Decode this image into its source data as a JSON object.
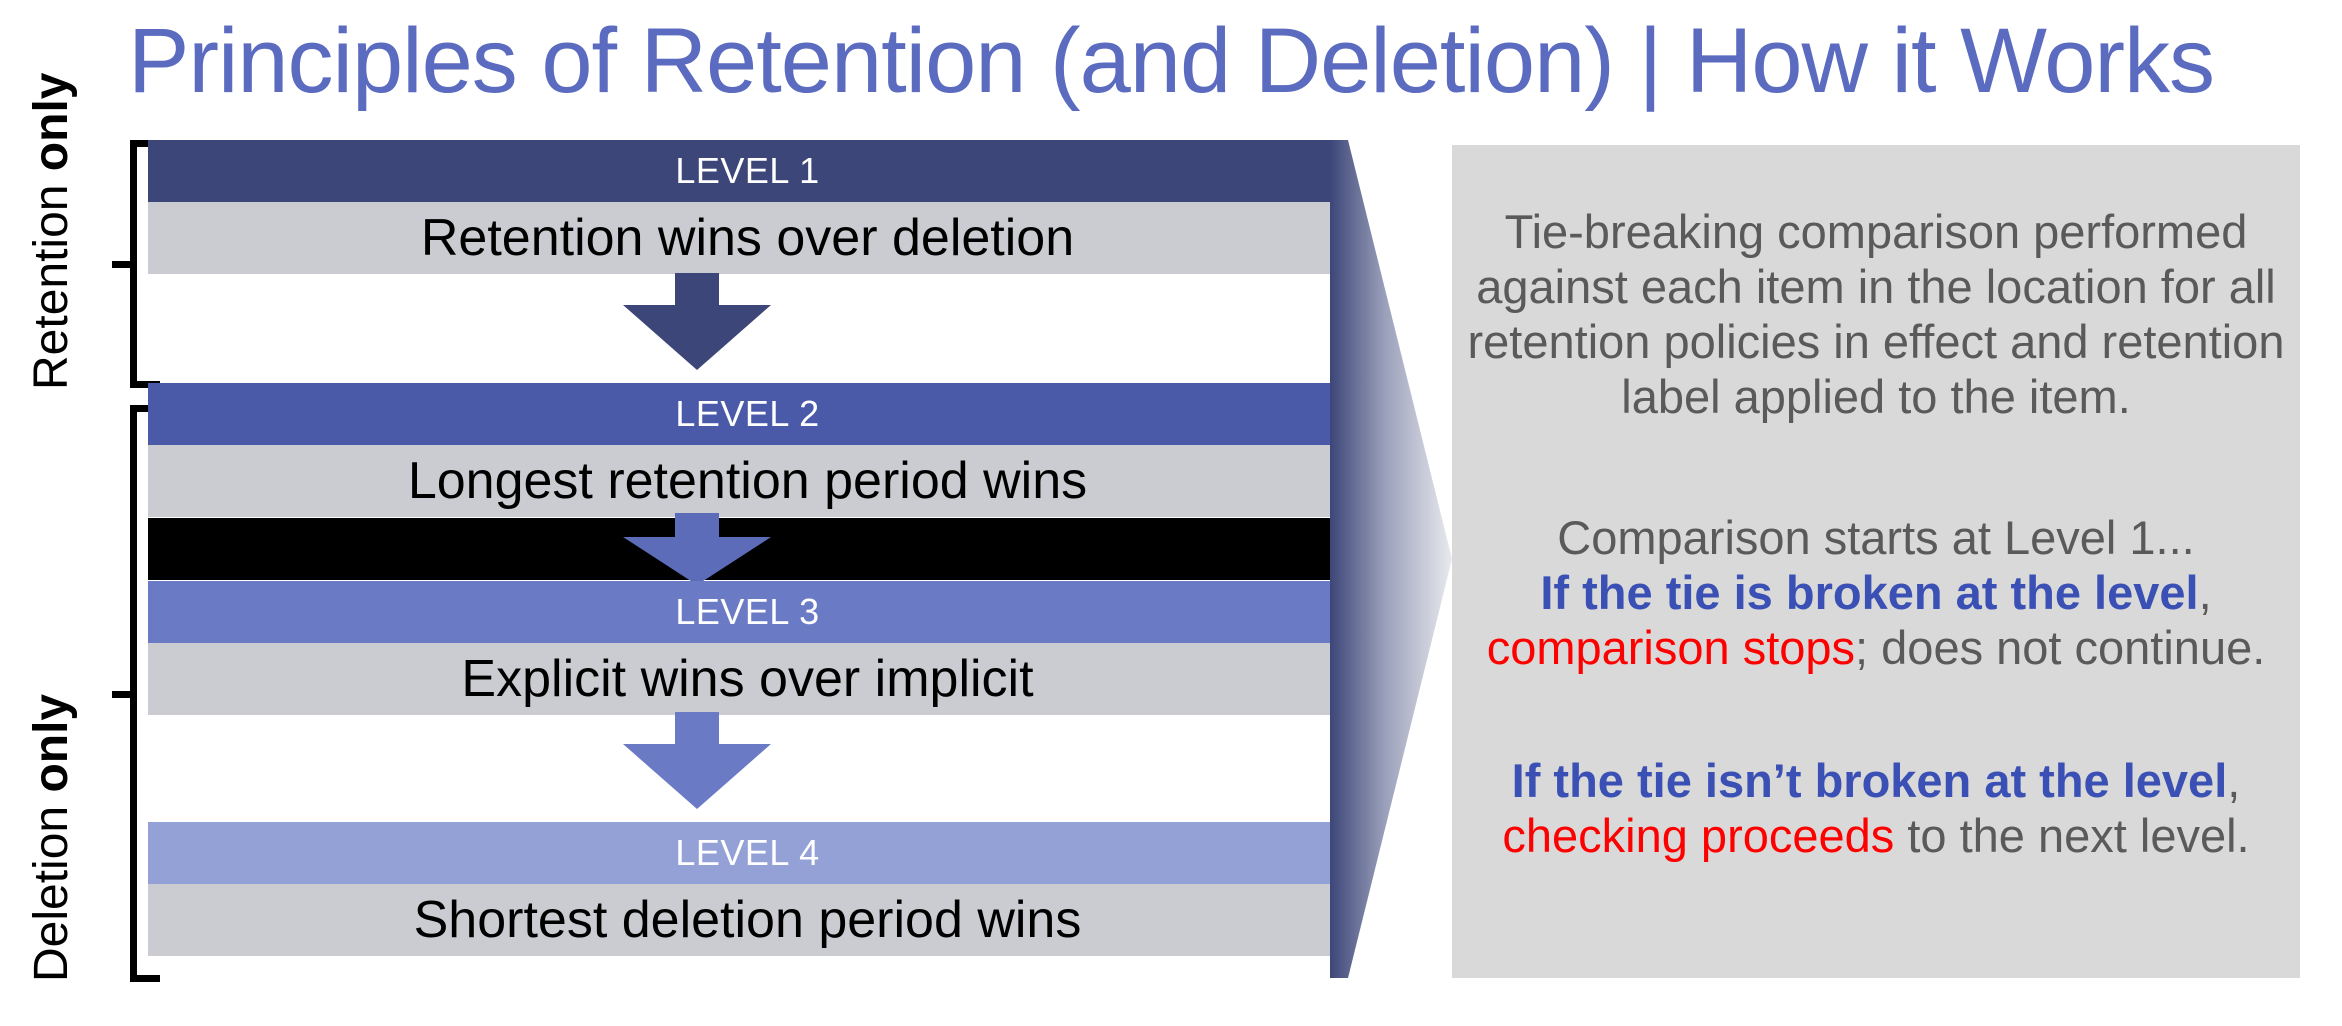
{
  "title": "Principles of Retention (and Deletion) | How it Works",
  "colors": {
    "title": "#5b6bc0",
    "level1": "#3c4678",
    "level2": "#4a5aa8",
    "level3": "#6a7ac4",
    "level4": "#93a1d6",
    "description_band": "#cbccd1",
    "divider_black": "#000000",
    "panel_bg": "#d9d9d9",
    "accent_blue": "#3b50b4",
    "accent_red": "#ff0000",
    "body_text": "#5a5a5a"
  },
  "groups": [
    {
      "label_prefix": "Retention ",
      "label_bold": "only"
    },
    {
      "label_prefix": "Deletion ",
      "label_bold": "only"
    }
  ],
  "levels": [
    {
      "name": "LEVEL 1",
      "description": "Retention wins over deletion"
    },
    {
      "name": "LEVEL 2",
      "description": "Longest retention period wins"
    },
    {
      "name": "LEVEL 3",
      "description": "Explicit wins over implicit"
    },
    {
      "name": "LEVEL 4",
      "description": "Shortest deletion period wins"
    }
  ],
  "panel": {
    "paragraph1": "Tie-breaking comparison performed against each item in the location for all retention policies in effect and retention label applied to the item.",
    "paragraph2": {
      "lead": "Comparison starts at Level 1...",
      "bold_blue": "If the tie is broken at the level",
      "after_bold": ",",
      "red": "comparison stops",
      "tail": "; does not continue."
    },
    "paragraph3": {
      "bold_blue": "If the tie isn’t broken at the level",
      "after_bold": ",",
      "red": "checking proceeds",
      "tail": " to the next level."
    }
  },
  "icons": {
    "down_arrow": "down-arrow-icon",
    "pointer": "right-pointer-icon",
    "bracket": "brace-bracket-icon"
  }
}
